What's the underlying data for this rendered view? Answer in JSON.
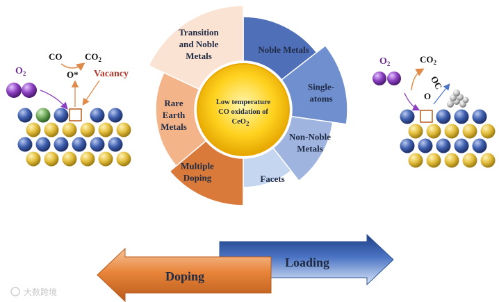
{
  "center": {
    "line1": "Low temperature",
    "line2": "CO oxidation of",
    "line3": "CeO",
    "line3_sub": "2"
  },
  "segments": [
    {
      "key": "noble",
      "lines": [
        "Noble Metals"
      ],
      "color": "#4f6fb8"
    },
    {
      "key": "single",
      "lines": [
        "Single-",
        "atoms"
      ],
      "color": "#6f8fcf"
    },
    {
      "key": "nonnoble",
      "lines": [
        "Non-Noble",
        "Metals"
      ],
      "color": "#9fb5e0"
    },
    {
      "key": "facets",
      "lines": [
        "Facets"
      ],
      "color": "#c5d6f0"
    },
    {
      "key": "multiple",
      "lines": [
        "Multiple",
        "Doping"
      ],
      "color": "#d97a3a"
    },
    {
      "key": "rare",
      "lines": [
        "Rare",
        "Earth",
        "Metals"
      ],
      "color": "#f3b48a"
    },
    {
      "key": "transition",
      "lines": [
        "Transition",
        "and Noble",
        "Metals"
      ],
      "color": "#fbe3d3"
    }
  ],
  "left_scheme": {
    "co": "CO",
    "co2": "CO",
    "co2_sub": "2",
    "o_star": "O*",
    "vacancy": "Vacancy",
    "o2": "O",
    "o2_sub": "2"
  },
  "right_scheme": {
    "o2": "O",
    "o2_sub": "2",
    "co2": "CO",
    "co2_sub": "2",
    "oc": "OC",
    "o": "O"
  },
  "arrows": {
    "doping": "Doping",
    "loading": "Loading"
  },
  "watermark": "大数跨境",
  "colors": {
    "orange": "#e07b2e",
    "blue": "#2f5597",
    "purple": "#7a35a8",
    "ce": "#3b5ba8",
    "o_atom": "#e6c24a"
  }
}
